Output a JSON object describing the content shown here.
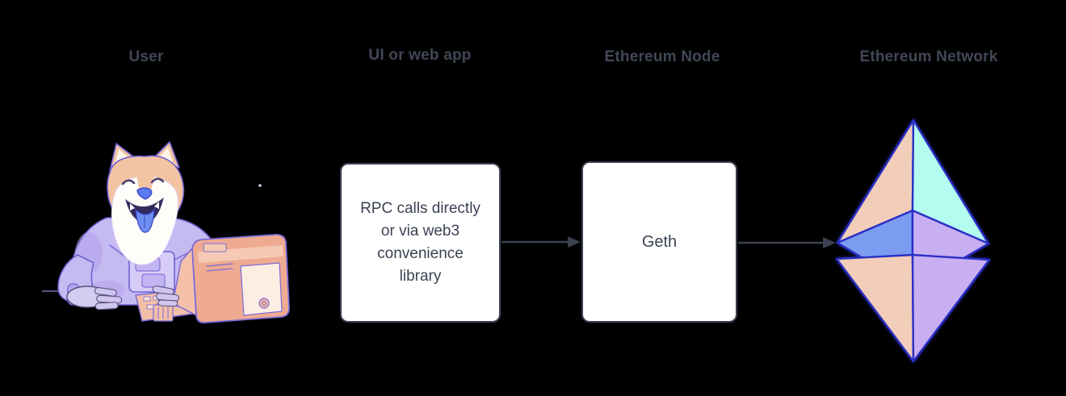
{
  "app": {
    "type": "architecture-diagram",
    "description": "User to Ethereum Network flow diagram",
    "background": "#000000"
  },
  "headings": {
    "user": "User",
    "ui_web_app": "UI or web app",
    "ethereum_node": "Ethereum Node",
    "ethereum_network": "Ethereum Network"
  },
  "boxes": {
    "rpc": {
      "lines": [
        "RPC calls directly",
        "or via web3",
        "convenience",
        "library"
      ]
    },
    "geth": {
      "label": "Geth"
    }
  },
  "icons": {
    "doge": "doge-astronaut-at-computer-illustration",
    "eth": "ethereum-logo"
  },
  "colors": {
    "heading_text": "#414855",
    "box_fill": "#ffffff",
    "box_border": "#3b4252",
    "box_text": "#3b4252",
    "arrow": "#3a4150",
    "eth_stroke": "#2b30c6",
    "eth_peach": "#f2cdb9",
    "eth_cyan": "#b4fbf0",
    "eth_blue": "#7b9cf0",
    "eth_purple": "#c8aff2",
    "doge_fur": "#f2c4a4",
    "doge_suit": "#c6baf2",
    "computer_body": "#eeab92"
  }
}
